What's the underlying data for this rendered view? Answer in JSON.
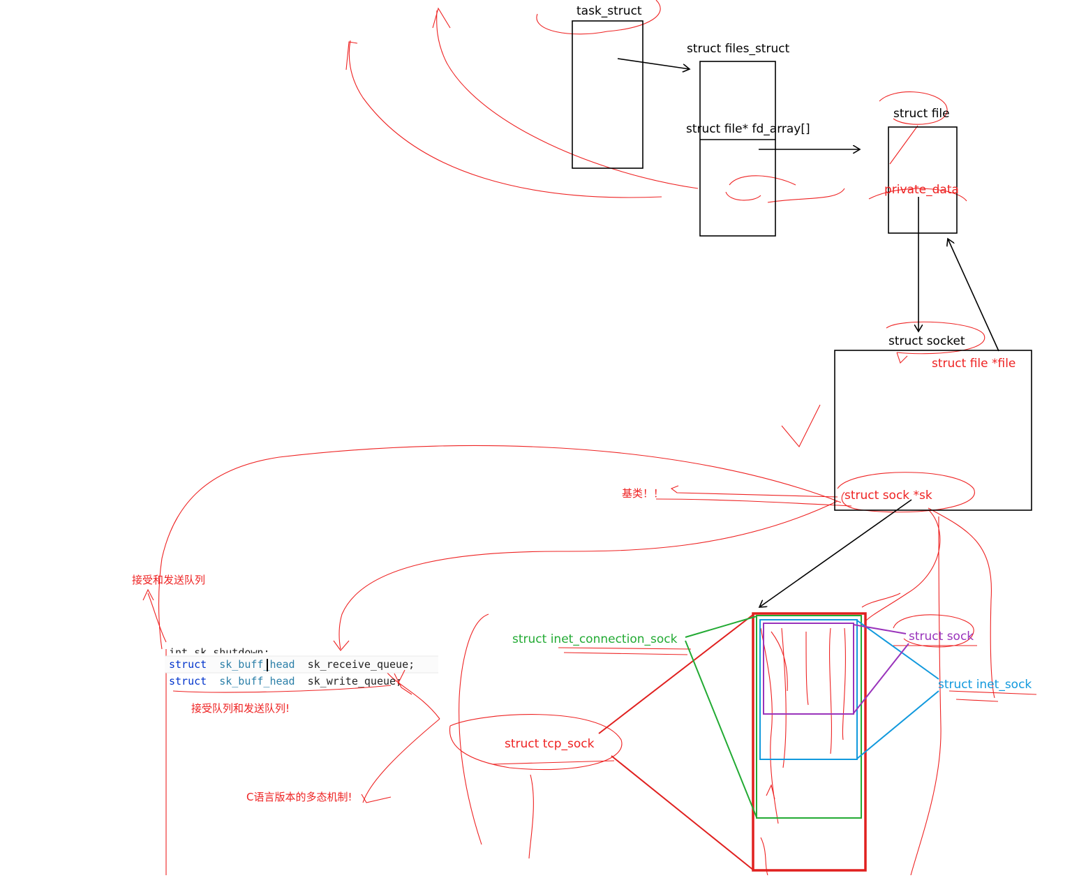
{
  "colors": {
    "ink": "#000000",
    "annotation_red": "#ee2222",
    "struct_red": "#ee2222",
    "inet_connection_green": "#22aa33",
    "inet_blue": "#1199dd",
    "sock_purple": "#9933bb",
    "code_keyword_blue": "#0033cc",
    "code_type_teal": "#2b7fa8"
  },
  "boxes": {
    "task_struct": "task_struct",
    "files_struct": "struct files_struct",
    "fd_array": "struct file* fd_array[]",
    "file": "struct file",
    "private_data": "private_data",
    "socket": "struct socket",
    "socket_file_field": "struct file *file",
    "socket_sk_field": "struct sock *sk"
  },
  "annotations": {
    "base_class": "基类！！",
    "recv_send_queue": "接受和发送队列",
    "recv_send_queue_2": "接受队列和发送队列!",
    "polymorphism": "C语言版本的多态机制!"
  },
  "sock_hierarchy": {
    "inet_connection_sock": "struct inet_connection_sock",
    "sock": "struct sock",
    "inet_sock": "struct inet_sock",
    "tcp_sock": "struct tcp_sock"
  },
  "code": {
    "line_cut": "int        sk_shutdown;",
    "line1": {
      "kw": "struct",
      "type": "sk_buff_head",
      "name": "sk_receive_queue;"
    },
    "line2": {
      "kw": "struct",
      "type": "sk_buff_head",
      "name": "sk_write_queue;"
    }
  }
}
